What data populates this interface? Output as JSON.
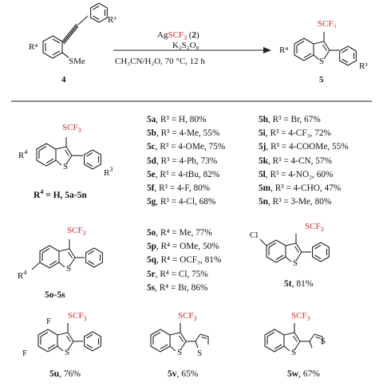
{
  "scheme": {
    "reactant_label": "4",
    "product_label": "5",
    "reactant_substituents": {
      "r3": "R³",
      "r4": "R⁴",
      "sme": "SMe"
    },
    "product_substituents": {
      "scf3": "SCF₃",
      "r3": "R³",
      "r4": "R⁴",
      "s": "S"
    },
    "conditions": {
      "reagent_prefix": "Ag",
      "reagent_red": "SCF",
      "reagent_sub": "3",
      "reagent_suffix": " (",
      "reagent_num": "2",
      "reagent_close": ")",
      "oxidant": "K₂S₂O₈",
      "solvent": "CH₃CN/H₂O, 70 °C, 12 h"
    }
  },
  "colors": {
    "scf3_red": "#d42a2a",
    "line": "#222222"
  },
  "series_a": {
    "caption_html": "R⁴ = H, 5a-5n",
    "left_column": [
      {
        "id": "5a",
        "text": ", R³ = H, 80%"
      },
      {
        "id": "5b",
        "text": ", R³ = 4-Me, 55%"
      },
      {
        "id": "5c",
        "text": ", R³ = 4-OMe, 75%"
      },
      {
        "id": "5d",
        "text": ", R³ = 4-Ph, 73%"
      },
      {
        "id": "5e",
        "text": ", R³ = 4-tBu, 82%"
      },
      {
        "id": "5f",
        "text": ", R³ = 4-F, 80%"
      },
      {
        "id": "5g",
        "text": ", R³ = 4-Cl, 68%"
      }
    ],
    "right_column": [
      {
        "id": "5h",
        "text": ", R³ = Br, 67%"
      },
      {
        "id": "5i",
        "text": ", R³ = 4-CF₃, 72%"
      },
      {
        "id": "5j",
        "text": ", R³ = 4-COOMe, 55%"
      },
      {
        "id": "5k",
        "text": ", R³ = 4-CN, 57%"
      },
      {
        "id": "5l",
        "text": ", R³ = 4-NO₂, 60%"
      },
      {
        "id": "5m",
        "text": ", R³ = 4-CHO, 47%"
      },
      {
        "id": "5n",
        "text": ", R³ = 3-Me, 80%"
      }
    ]
  },
  "series_b": {
    "caption": "5o-5s",
    "items": [
      {
        "id": "5o",
        "text": ", R⁴ = Me, 77%"
      },
      {
        "id": "5p",
        "text": ", R⁴ = OMe, 50%"
      },
      {
        "id": "5q",
        "text": ", R⁴ = OCF₃, 81%"
      },
      {
        "id": "5r",
        "text": ", R⁴ = Cl, 75%"
      },
      {
        "id": "5s",
        "text": ", R⁴ = Br, 86%"
      }
    ]
  },
  "compound_5t": {
    "id": "5t",
    "yield": ", 81%",
    "substituent": "Cl"
  },
  "compound_5u": {
    "id": "5u",
    "yield": ", 76%",
    "f1": "F",
    "f2": "F"
  },
  "compound_5v": {
    "id": "5v",
    "yield": ", 65%"
  },
  "compound_5w": {
    "id": "5w",
    "yield": ", 67%"
  }
}
